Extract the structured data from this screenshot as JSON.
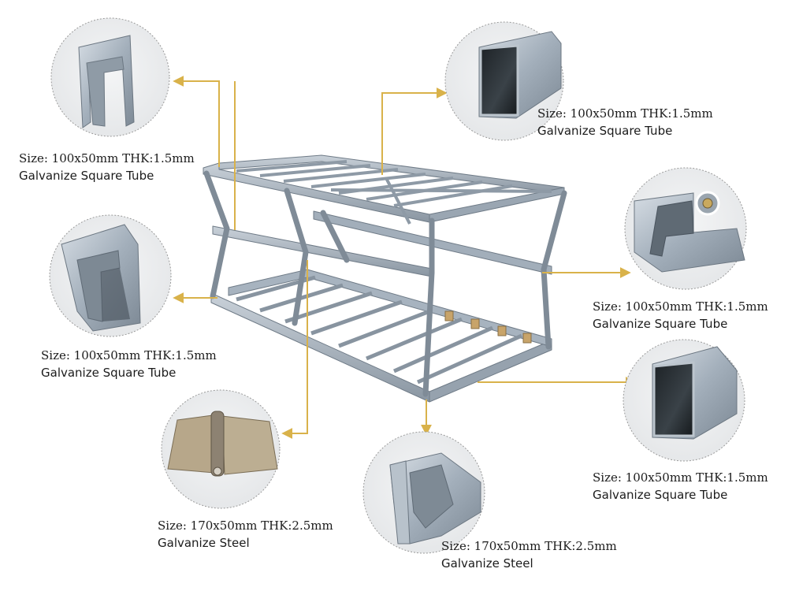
{
  "colors": {
    "callout": "#d9b24a",
    "steel": "#a9b6c3",
    "steel_dark": "#7f8c99",
    "background": "#ffffff"
  },
  "callouts": [
    {
      "id": "top-left",
      "size": "Size: 100x50mm THK:1.5mm",
      "material": "Galvanize Square Tube",
      "part": "c-channel"
    },
    {
      "id": "mid-left",
      "size": "Size: 100x50mm THK:1.5mm",
      "material": "Galvanize Square Tube",
      "part": "c-channel"
    },
    {
      "id": "bottom-left",
      "size": "Size: 170x50mm THK:2.5mm",
      "material": "Galvanize Steel",
      "part": "hinge"
    },
    {
      "id": "top-right",
      "size": "Size: 100x50mm THK:1.5mm",
      "material": "Galvanize Square Tube",
      "part": "rect-tube"
    },
    {
      "id": "mid-right",
      "size": "Size: 100x50mm THK:1.5mm",
      "material": "Galvanize Square Tube",
      "part": "bolted-channel"
    },
    {
      "id": "low-right",
      "size": "Size: 100x50mm THK:1.5mm",
      "material": "Galvanize Square Tube",
      "part": "rect-tube"
    },
    {
      "id": "bottom-center",
      "size": "Size: 170x50mm THK:2.5mm",
      "material": "Galvanize Steel",
      "part": "bracket"
    }
  ]
}
